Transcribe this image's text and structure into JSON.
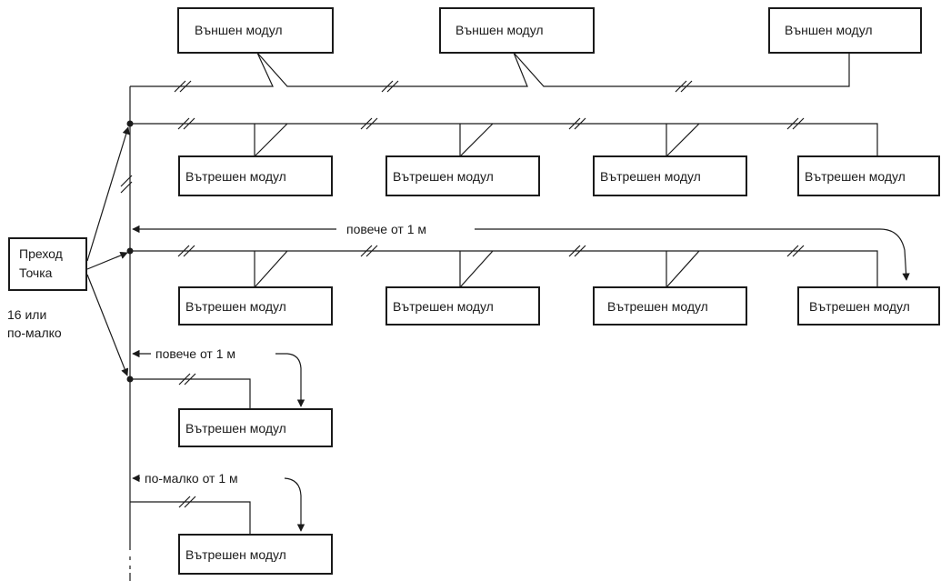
{
  "outdoor_units": [
    {
      "label": "Външен модул"
    },
    {
      "label": "Външен модул"
    },
    {
      "label": "Външен модул"
    }
  ],
  "indoor_units": [
    {
      "label": "Вътрешен модул"
    },
    {
      "label": "Вътрешен модул"
    },
    {
      "label": "Вътрешен модул"
    },
    {
      "label": "Вътрешен модул"
    },
    {
      "label": "Вътрешен модул"
    },
    {
      "label": "Вътрешен модул"
    },
    {
      "label": "Вътрешен модул"
    },
    {
      "label": "Вътрешен модул"
    },
    {
      "label": "Вътрешен модул"
    },
    {
      "label": "Вътрешен модул"
    }
  ],
  "junction": {
    "line1": "Преход",
    "line2": "Точка"
  },
  "count_note": {
    "line1": "16 или",
    "line2": "по-малко"
  },
  "distance_labels": {
    "more_than_1m": "повече от 1 м",
    "less_than_1m": "по-малко от 1 м"
  },
  "colors": {
    "line": "#1a1a1a",
    "background": "#ffffff"
  }
}
